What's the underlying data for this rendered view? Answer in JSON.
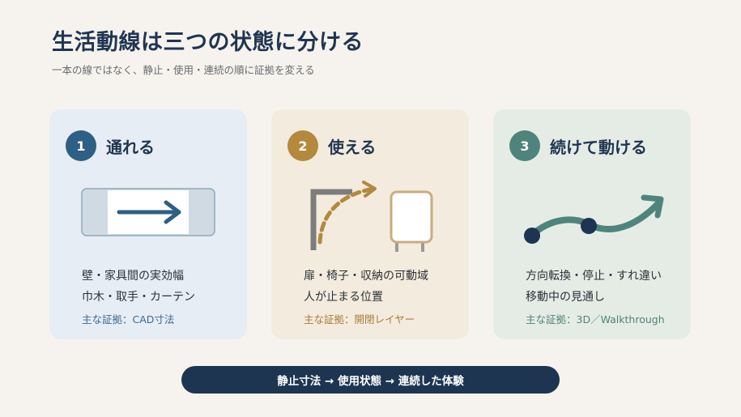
{
  "header": {
    "title": "生活動線は三つの状態に分ける",
    "subtitle": "一本の線ではなく、静止・使用・連続の順に証拠を変える"
  },
  "cards": [
    {
      "number": "1",
      "title": "通れる",
      "desc_lines": [
        "壁・家具間の実効幅",
        "巾木・取手・カーテン"
      ],
      "evidence": "主な証拠：CAD寸法",
      "icon": "passage-width-arrow-icon"
    },
    {
      "number": "2",
      "title": "使える",
      "desc_lines": [
        "扉・椅子・収納の可動域",
        "人が止まる位置"
      ],
      "evidence": "主な証拠：開閉レイヤー",
      "icon": "door-swing-icon"
    },
    {
      "number": "3",
      "title": "続けて動ける",
      "desc_lines": [
        "方向転換・停止・すれ違い",
        "移動中の見通し"
      ],
      "evidence": "主な証拠：3D／Walkthrough",
      "icon": "movement-path-icon"
    }
  ],
  "footer": {
    "summary": "静止寸法 → 使用状態 → 連続した体験"
  },
  "colors": {
    "navy": "#1d3551",
    "blue": "#2e5f84",
    "gold": "#b3893e",
    "teal": "#4e847c"
  }
}
